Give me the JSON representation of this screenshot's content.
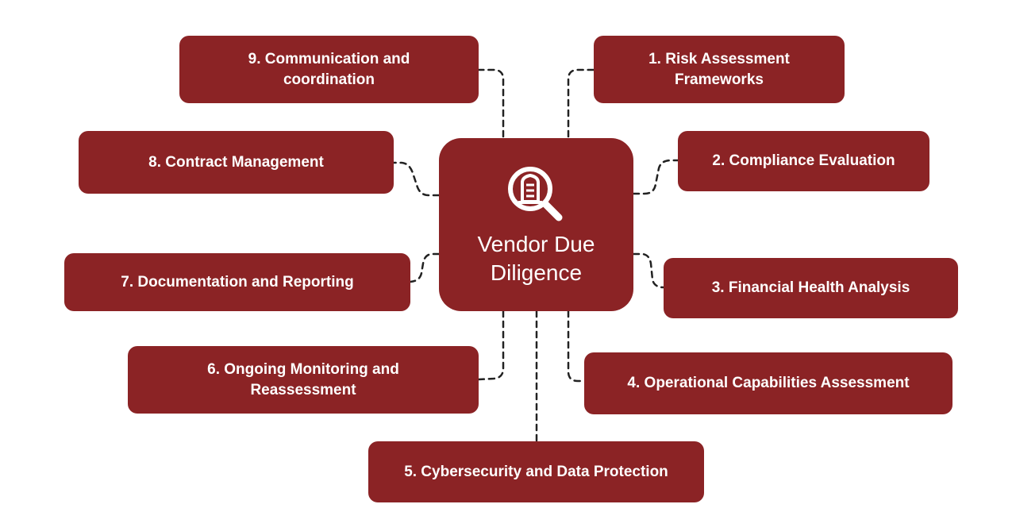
{
  "center": {
    "title": "Vendor Due\nDiligence",
    "icon": "magnifier-building-icon"
  },
  "items": [
    {
      "label": "1. Risk Assessment Frameworks"
    },
    {
      "label": "2. Compliance Evaluation"
    },
    {
      "label": "3. Financial Health Analysis"
    },
    {
      "label": "4. Operational Capabilities Assessment"
    },
    {
      "label": "5. Cybersecurity and Data Protection"
    },
    {
      "label": "6. Ongoing Monitoring and Reassessment"
    },
    {
      "label": "7. Documentation and Reporting"
    },
    {
      "label": "8. Contract Management"
    },
    {
      "label": "9. Communication and coordination"
    }
  ],
  "colors": {
    "box": "#8b2325",
    "text": "#ffffff",
    "connector": "#222222"
  }
}
